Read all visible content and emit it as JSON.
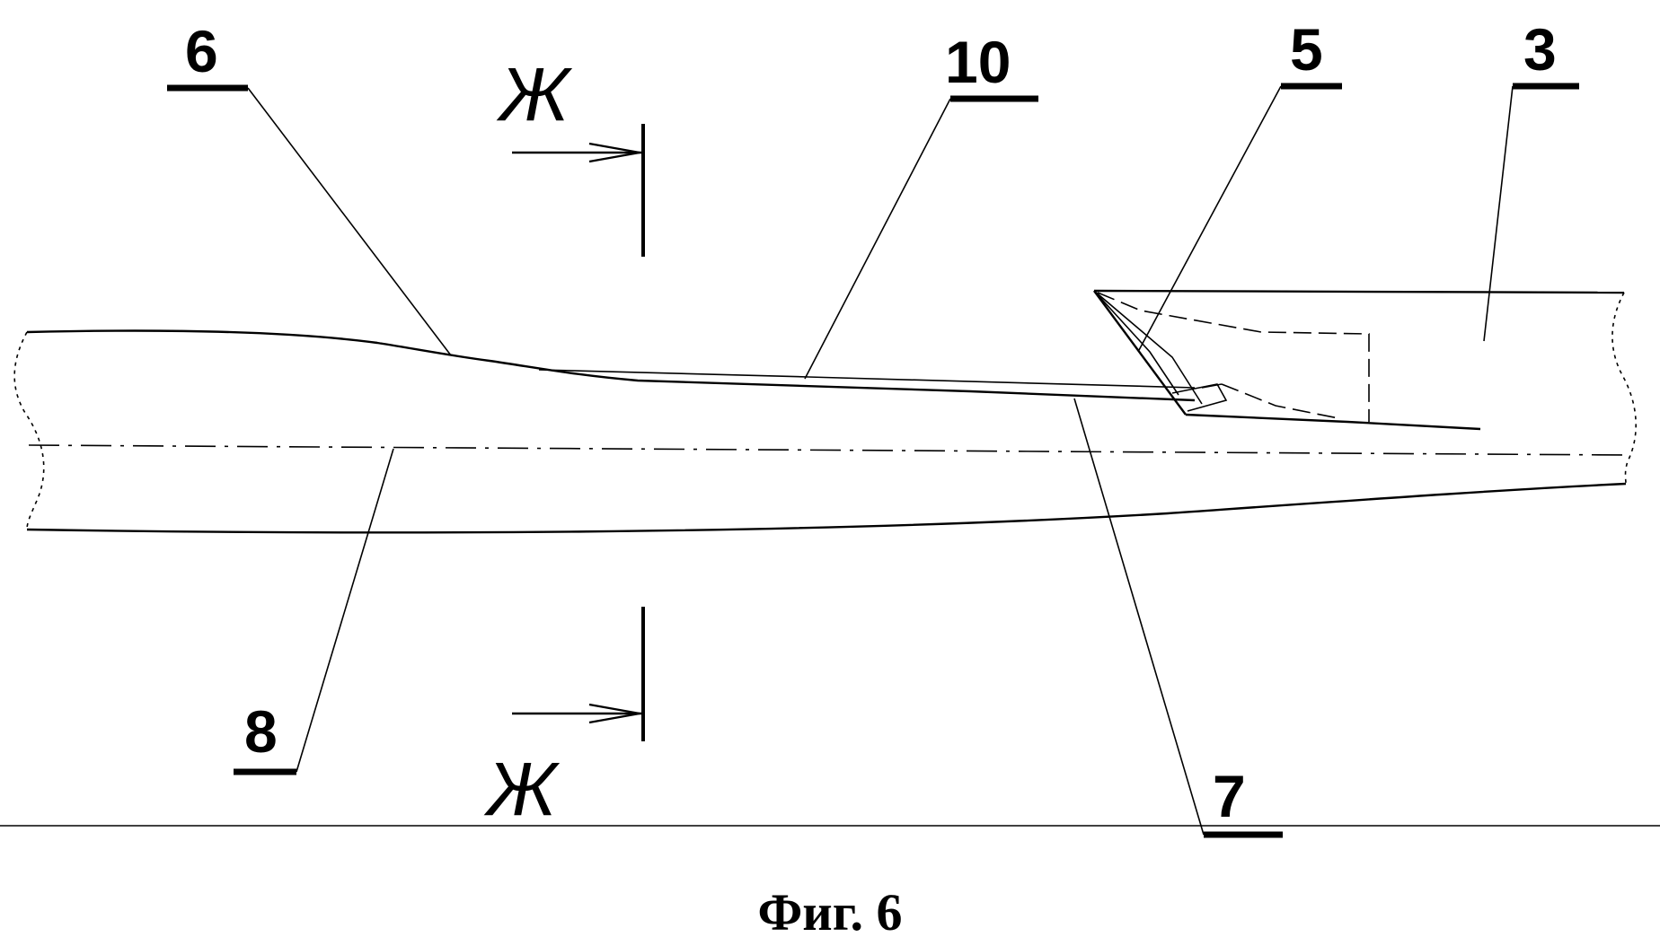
{
  "labels": {
    "l6": "6",
    "l10": "10",
    "l5": "5",
    "l3": "3",
    "l8": "8",
    "l7": "7"
  },
  "section_marks": {
    "top": "Ж",
    "bottom": "Ж"
  },
  "caption": "Фиг. 6"
}
